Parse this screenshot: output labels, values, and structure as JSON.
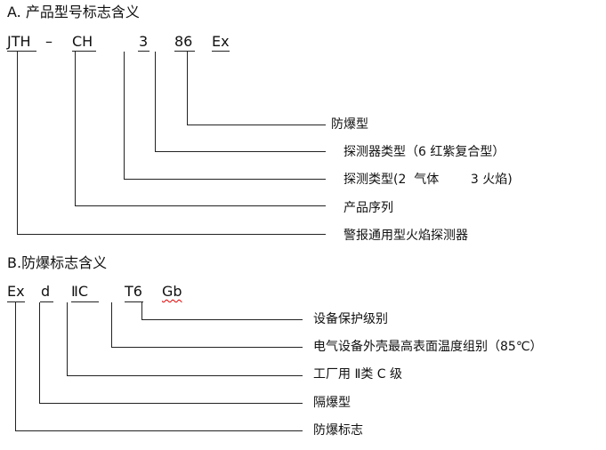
{
  "section_a": {
    "title": "A. 产品型号标志含义",
    "codes": [
      "JTH",
      "–",
      "CH",
      "3",
      "86",
      "Ex"
    ],
    "labels": [
      "防爆型",
      "探测器类型（6 红紫复合型）",
      "探测类型(2  气体        3 火焰)",
      "产品序列",
      "警报通用型火焰探测器"
    ]
  },
  "section_b": {
    "title": "B.防爆标志含义",
    "codes": [
      "Ex",
      "d",
      "ⅡC",
      "T6",
      "Gb"
    ],
    "labels": [
      "设备保护级别",
      "电气设备外壳最高表面温度组别（85℃）",
      "工厂用 Ⅱ类 C 级",
      "隔爆型",
      "防爆标志"
    ]
  }
}
